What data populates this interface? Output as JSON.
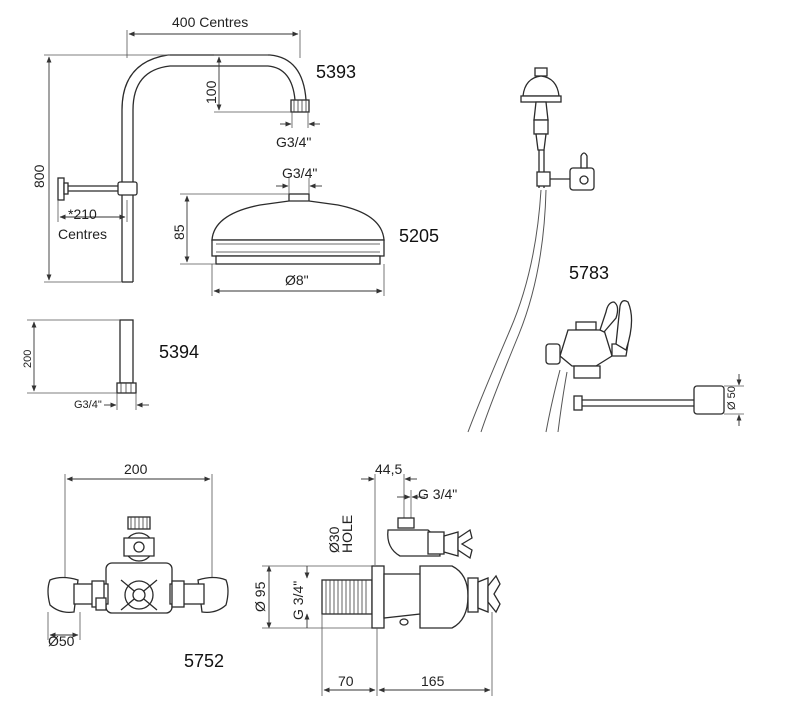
{
  "products": {
    "arm": {
      "code": "5393"
    },
    "rose": {
      "code": "5205"
    },
    "extension": {
      "code": "5394"
    },
    "handset_kit": {
      "code": "5783"
    },
    "valve": {
      "code": "5752"
    }
  },
  "dims": {
    "arm_width": "400 Centres",
    "arm_drop": "100",
    "arm_thread": "G3/4\"",
    "riser_height": "800",
    "bracket_offset": "*210",
    "bracket_offset_unit": "Centres",
    "rose_thread": "G3/4\"",
    "rose_height": "85",
    "rose_diameter": "Ø8\"",
    "ext_height": "200",
    "ext_thread": "G3/4\"",
    "handset_tail": "Ø 50",
    "valve_width": "200",
    "valve_outlet": "Ø50",
    "valve_depth_front": "44,5",
    "valve_top_thread": "G 3/4\"",
    "valve_hole_a": "Ø30",
    "valve_hole_b": "HOLE",
    "valve_body": "Ø 95",
    "valve_inlet_thread": "G 3/4\"",
    "valve_depth_wall": "70",
    "valve_depth_total": "165"
  }
}
